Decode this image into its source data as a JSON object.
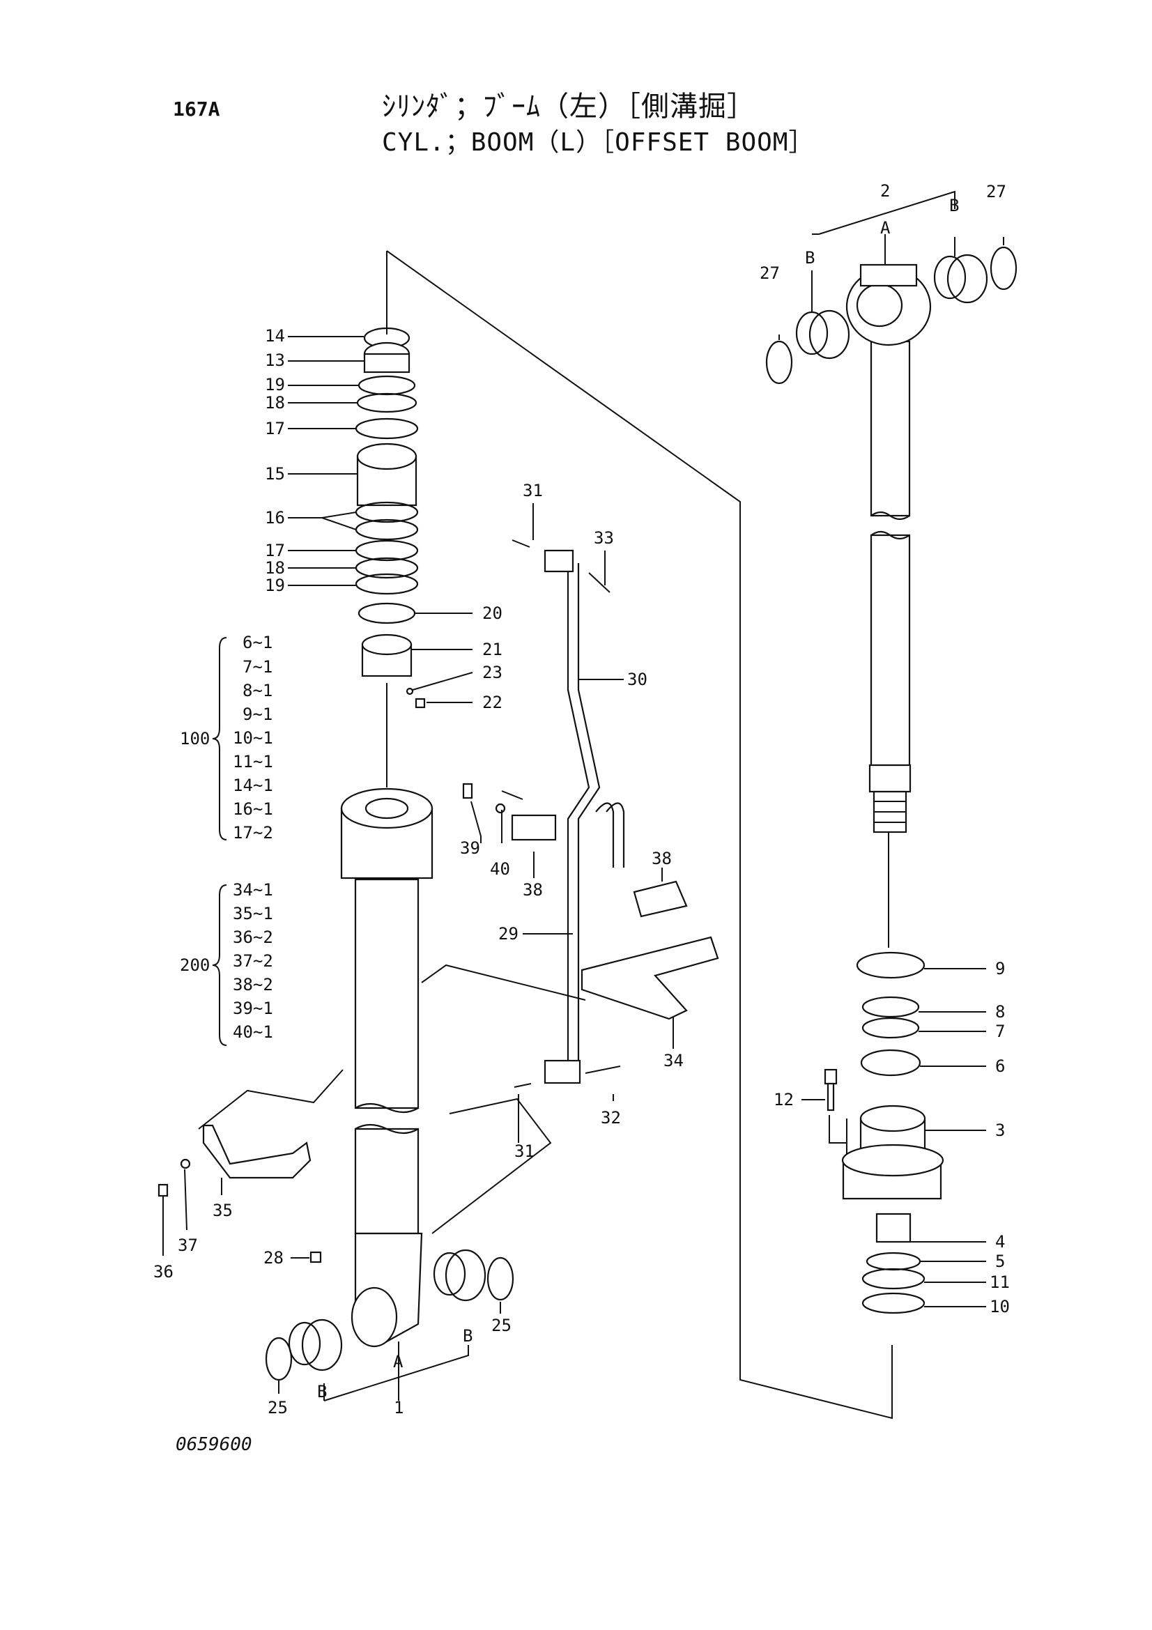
{
  "header": {
    "page_number": "167A",
    "title_jp": "ｼﾘﾝﾀﾞ；ﾌﾞｰﾑ（左）［側溝掘］",
    "title_en": "CYL.；BOOM（L）［OFFSET BOOM］"
  },
  "footer": {
    "doc_id": "0659600"
  },
  "callouts": {
    "n1": "1",
    "n2": "2",
    "n3": "3",
    "n4": "4",
    "n5": "5",
    "n6": "6",
    "n7": "7",
    "n8": "8",
    "n9": "9",
    "n10": "10",
    "n11": "11",
    "n12": "12",
    "n13": "13",
    "n14": "14",
    "n15": "15",
    "n16": "16",
    "n17a": "17",
    "n17b": "17",
    "n18a": "18",
    "n18b": "18",
    "n19a": "19",
    "n19b": "19",
    "n20": "20",
    "n21": "21",
    "n22": "22",
    "n23": "23",
    "n25a": "25",
    "n25b": "25",
    "n27a": "27",
    "n27b": "27",
    "n28": "28",
    "n29": "29",
    "n30": "30",
    "n31a": "31",
    "n31b": "31",
    "n32": "32",
    "n33": "33",
    "n34": "34",
    "n35": "35",
    "n36": "36",
    "n37": "37",
    "n38a": "38",
    "n38b": "38",
    "n39": "39",
    "n40": "40",
    "a_top": "A",
    "b_top_left": "B",
    "b_top_right": "B",
    "a_bot": "A",
    "b_bot_left": "B",
    "b_bot_right": "B"
  },
  "kit_100": {
    "label": "100",
    "items": [
      "6~1",
      "7~1",
      "8~1",
      "9~1",
      "10~1",
      "11~1",
      "14~1",
      "16~1",
      "17~2"
    ]
  },
  "kit_200": {
    "label": "200",
    "items": [
      "34~1",
      "35~1",
      "36~2",
      "37~2",
      "38~2",
      "39~1",
      "40~1"
    ]
  }
}
